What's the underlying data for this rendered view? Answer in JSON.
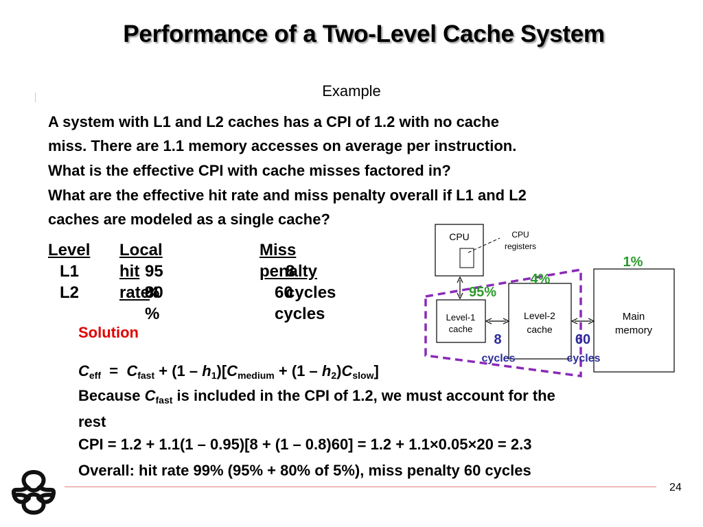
{
  "slide": {
    "title": "Performance of a Two-Level Cache System",
    "subtitle": "Example",
    "problem": [
      "A system with L1 and L2 caches has a CPI of 1.2 with no cache",
      "miss. There are 1.1 memory accesses on average per instruction.",
      "What is the effective CPI with cache misses factored in?",
      "What are the effective hit rate and miss penalty overall if L1 and L2",
      "caches are modeled as a single cache?"
    ],
    "table": {
      "headers": [
        "Level",
        "Local hit rate",
        "Miss penalty"
      ],
      "rows": [
        [
          "L1",
          "95 %",
          "8 cycles"
        ],
        [
          "L2",
          "80 %",
          "60 cycles"
        ]
      ]
    },
    "solution_label": "Solution",
    "formula": {
      "C": "C",
      "eff": "eff",
      "eq": "=",
      "fast": "fast",
      "p1": "+ (1 –",
      "h": "h",
      "one": "1",
      "p2": ")[",
      "medium": "medium",
      "p3": "+ (1 –",
      "two": "2",
      "p4": ")",
      "slow": "slow",
      "p5": "]"
    },
    "because": {
      "a": "Because ",
      "C": "C",
      "fast": "fast",
      "b": " is included in the CPI of 1.2, we must account for the",
      "c": "rest"
    },
    "cpi_line": "CPI = 1.2 +  1.1(1 – 0.95)[8 + (1 – 0.8)60] = 1.2 + 1.1×0.05×20 = 2.3",
    "overall_line": "Overall: hit rate 99% (95% + 80% of 5%), miss penalty 60 cycles",
    "page_number": "24",
    "logo": "university-knot-logo-icon"
  },
  "diagram": {
    "cpu": "CPU",
    "cpu_registers": [
      "CPU",
      "registers"
    ],
    "level1": [
      "Level-1",
      "cache"
    ],
    "level2": [
      "Level-2",
      "cache"
    ],
    "main": [
      "Main",
      "memory"
    ],
    "pct_l1": "95%",
    "pct_l2": "4%",
    "pct_main": "1%",
    "cycles1_num": "8",
    "cycles1_label": "cycles",
    "cycles2_num": "60",
    "cycles2_label": "cycles",
    "colors": {
      "green": "#2a9a2a",
      "blue": "#2a2a9a",
      "purple": "#8a2ab8",
      "red": "#e00000"
    }
  }
}
